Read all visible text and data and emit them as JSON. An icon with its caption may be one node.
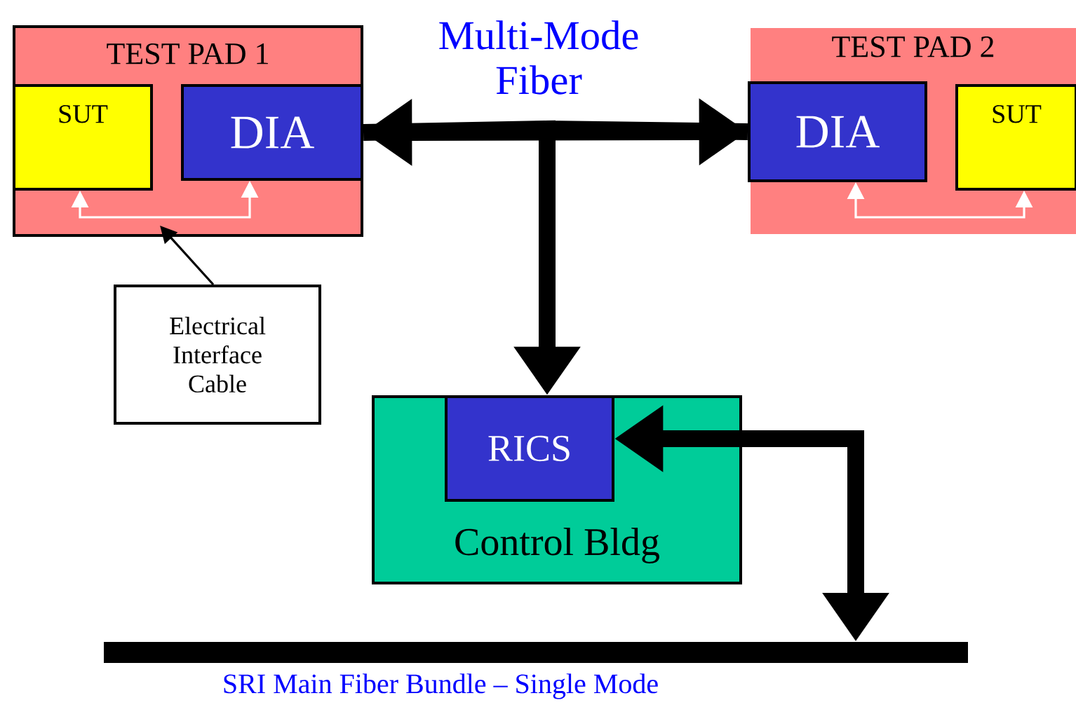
{
  "diagram": {
    "nodes": [
      {
        "text": [
          "TEST PAD 1"
        ]
      },
      {
        "text": [
          "SUT"
        ],
        "in": 0
      },
      {
        "text": [
          "DIA"
        ],
        "in": 0
      },
      {
        "text": [
          "TEST PAD 2"
        ]
      },
      {
        "text": [
          "DIA"
        ],
        "in": 3
      },
      {
        "text": [
          "SUT"
        ],
        "in": 3
      },
      {
        "text": [
          "Electrical Interface Cable"
        ]
      },
      {
        "text": [
          "Control Bldg"
        ]
      },
      {
        "text": [
          "RICS"
        ],
        "in": 7
      },
      {
        "text": [],
        "shape": "bar",
        "beside": [
          "SRI Main Fiber Bundle –  Single Mode"
        ]
      }
    ],
    "edges": [
      {
        "from": 2,
        "to": 4,
        "arrow": "both"
      },
      {
        "from": 2,
        "to": 8,
        "arrow": "to"
      },
      {
        "from": 4,
        "to": 8,
        "arrow": "to"
      },
      {
        "from": 8,
        "to": 9,
        "arrow": "both"
      },
      {
        "from": 1,
        "to": 2,
        "arrow": "both",
        "color": "#ffffff"
      },
      {
        "from": 4,
        "to": 5,
        "arrow": "both",
        "color": "#ffffff"
      },
      {
        "from": 6,
        "to": 0,
        "arrow": "to"
      }
    ],
    "labels": [
      "Multi-Mode Fiber"
    ]
  }
}
